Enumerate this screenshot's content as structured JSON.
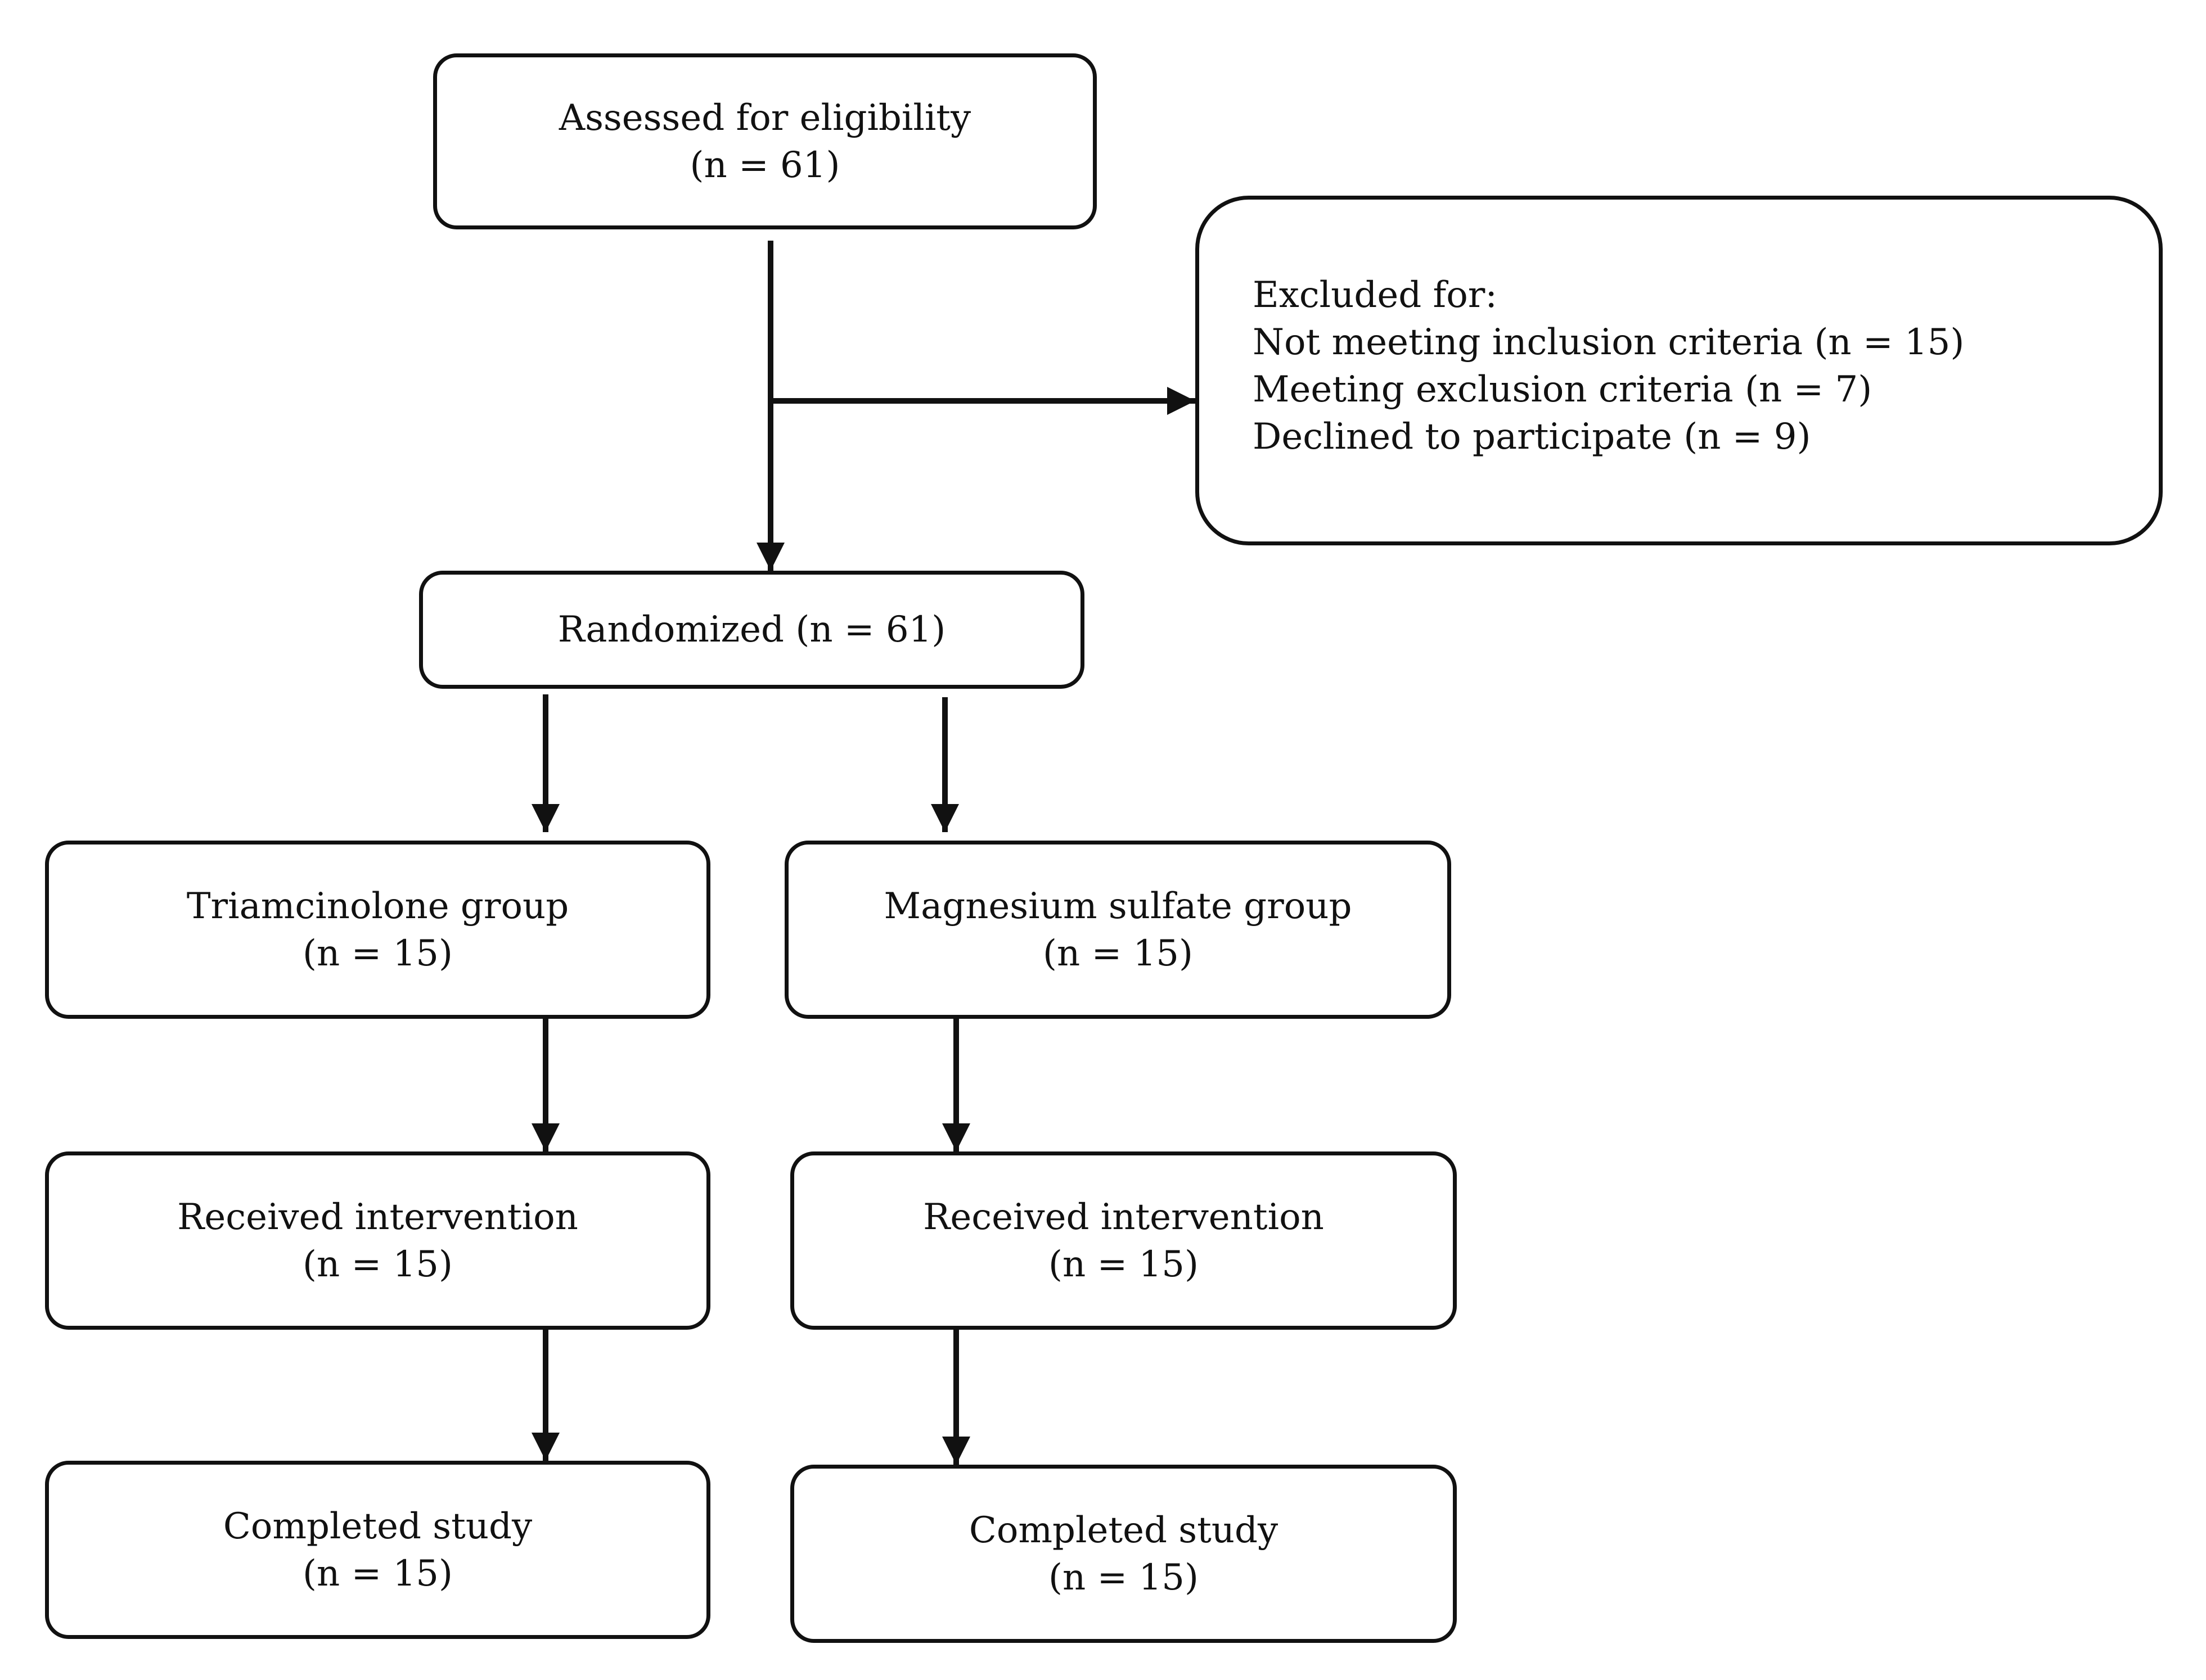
{
  "boxes": {
    "assessed": {
      "title": "Assessed for eligibility",
      "count": "(n = 61)"
    },
    "excluded": {
      "heading": "Excluded for:",
      "reasons": [
        "Not meeting inclusion criteria (n = 15)",
        "Meeting exclusion criteria (n = 7)",
        "Declined to participate (n = 9)"
      ]
    },
    "randomized": {
      "title": "Randomized (n = 61)"
    },
    "triamcinolone": {
      "title": "Triamcinolone group",
      "count": "(n = 15)"
    },
    "magnesium": {
      "title": "Magnesium sulfate group",
      "count": "(n = 15)"
    },
    "received_left": {
      "title": "Received intervention",
      "count": "(n = 15)"
    },
    "received_right": {
      "title": "Received intervention",
      "count": "(n = 15)"
    },
    "completed_left": {
      "title": "Completed study",
      "count": "(n = 15)"
    },
    "completed_right": {
      "title": "Completed study",
      "count": "(n = 15)"
    }
  },
  "colors": {
    "stroke": "#111111",
    "background": "#ffffff"
  }
}
